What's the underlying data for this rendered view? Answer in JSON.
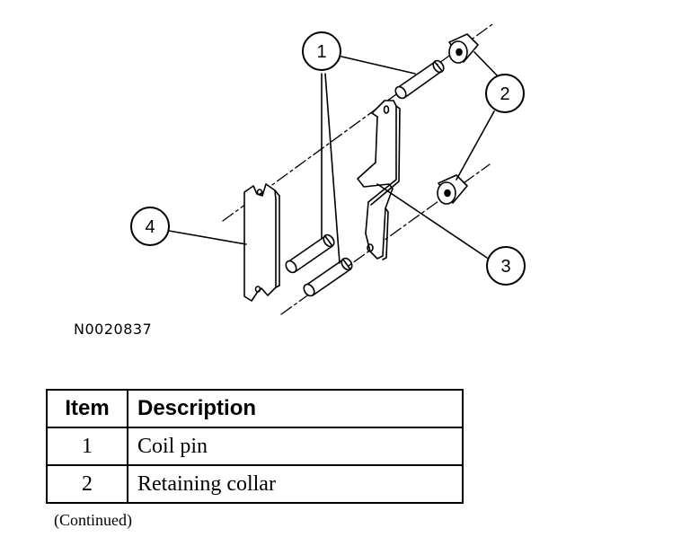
{
  "diagram": {
    "callouts": [
      {
        "number": "1"
      },
      {
        "number": "2"
      },
      {
        "number": "3"
      },
      {
        "number": "4"
      }
    ],
    "reference_id": "N0020837"
  },
  "table": {
    "headers": {
      "item": "Item",
      "description": "Description"
    },
    "rows": [
      {
        "item": "1",
        "description": "Coil pin"
      },
      {
        "item": "2",
        "description": "Retaining collar"
      }
    ]
  },
  "footer": {
    "continued": "(Continued)"
  }
}
